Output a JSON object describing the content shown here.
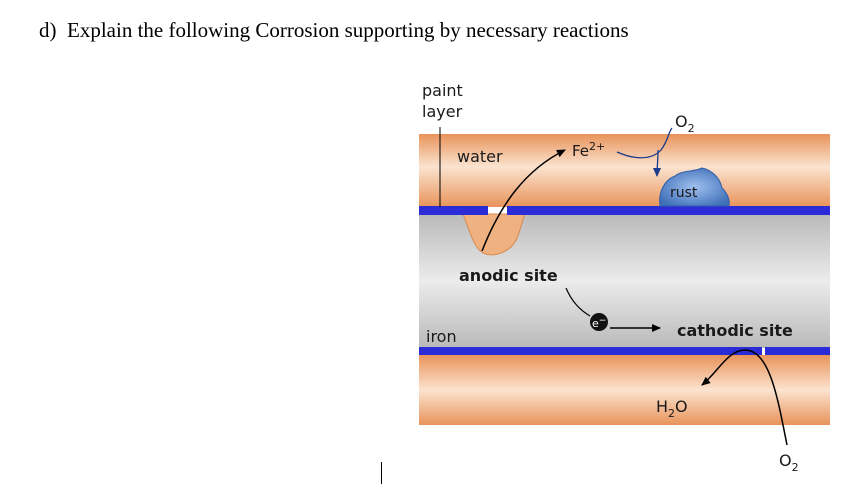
{
  "question": {
    "label": "d)",
    "text": "Explain the following Corrosion supporting by necessary reactions"
  },
  "diagram": {
    "labels": {
      "paint_layer_line1": "paint",
      "paint_layer_line2": "layer",
      "water": "water",
      "fe_base": "Fe",
      "fe_charge": "2+",
      "o2_top_base": "O",
      "o2_top_sub": "2",
      "rust": "rust",
      "anodic_site": "anodic site",
      "electron": "e",
      "electron_charge": "−",
      "cathodic_site": "cathodic site",
      "iron": "iron",
      "h2o_h": "H",
      "h2o_sub": "2",
      "h2o_o": "O",
      "o2_bottom_base": "O",
      "o2_bottom_sub": "2"
    },
    "colors": {
      "water_light": "#fbe3cf",
      "water_dark": "#e8935a",
      "iron_light": "#e4e4e4",
      "iron_dark": "#b9b9b9",
      "paint": "#2b2bd8",
      "rust": "#5f8fd0",
      "arrow": "#000000",
      "o2_arrow": "#1c3b8a"
    }
  }
}
